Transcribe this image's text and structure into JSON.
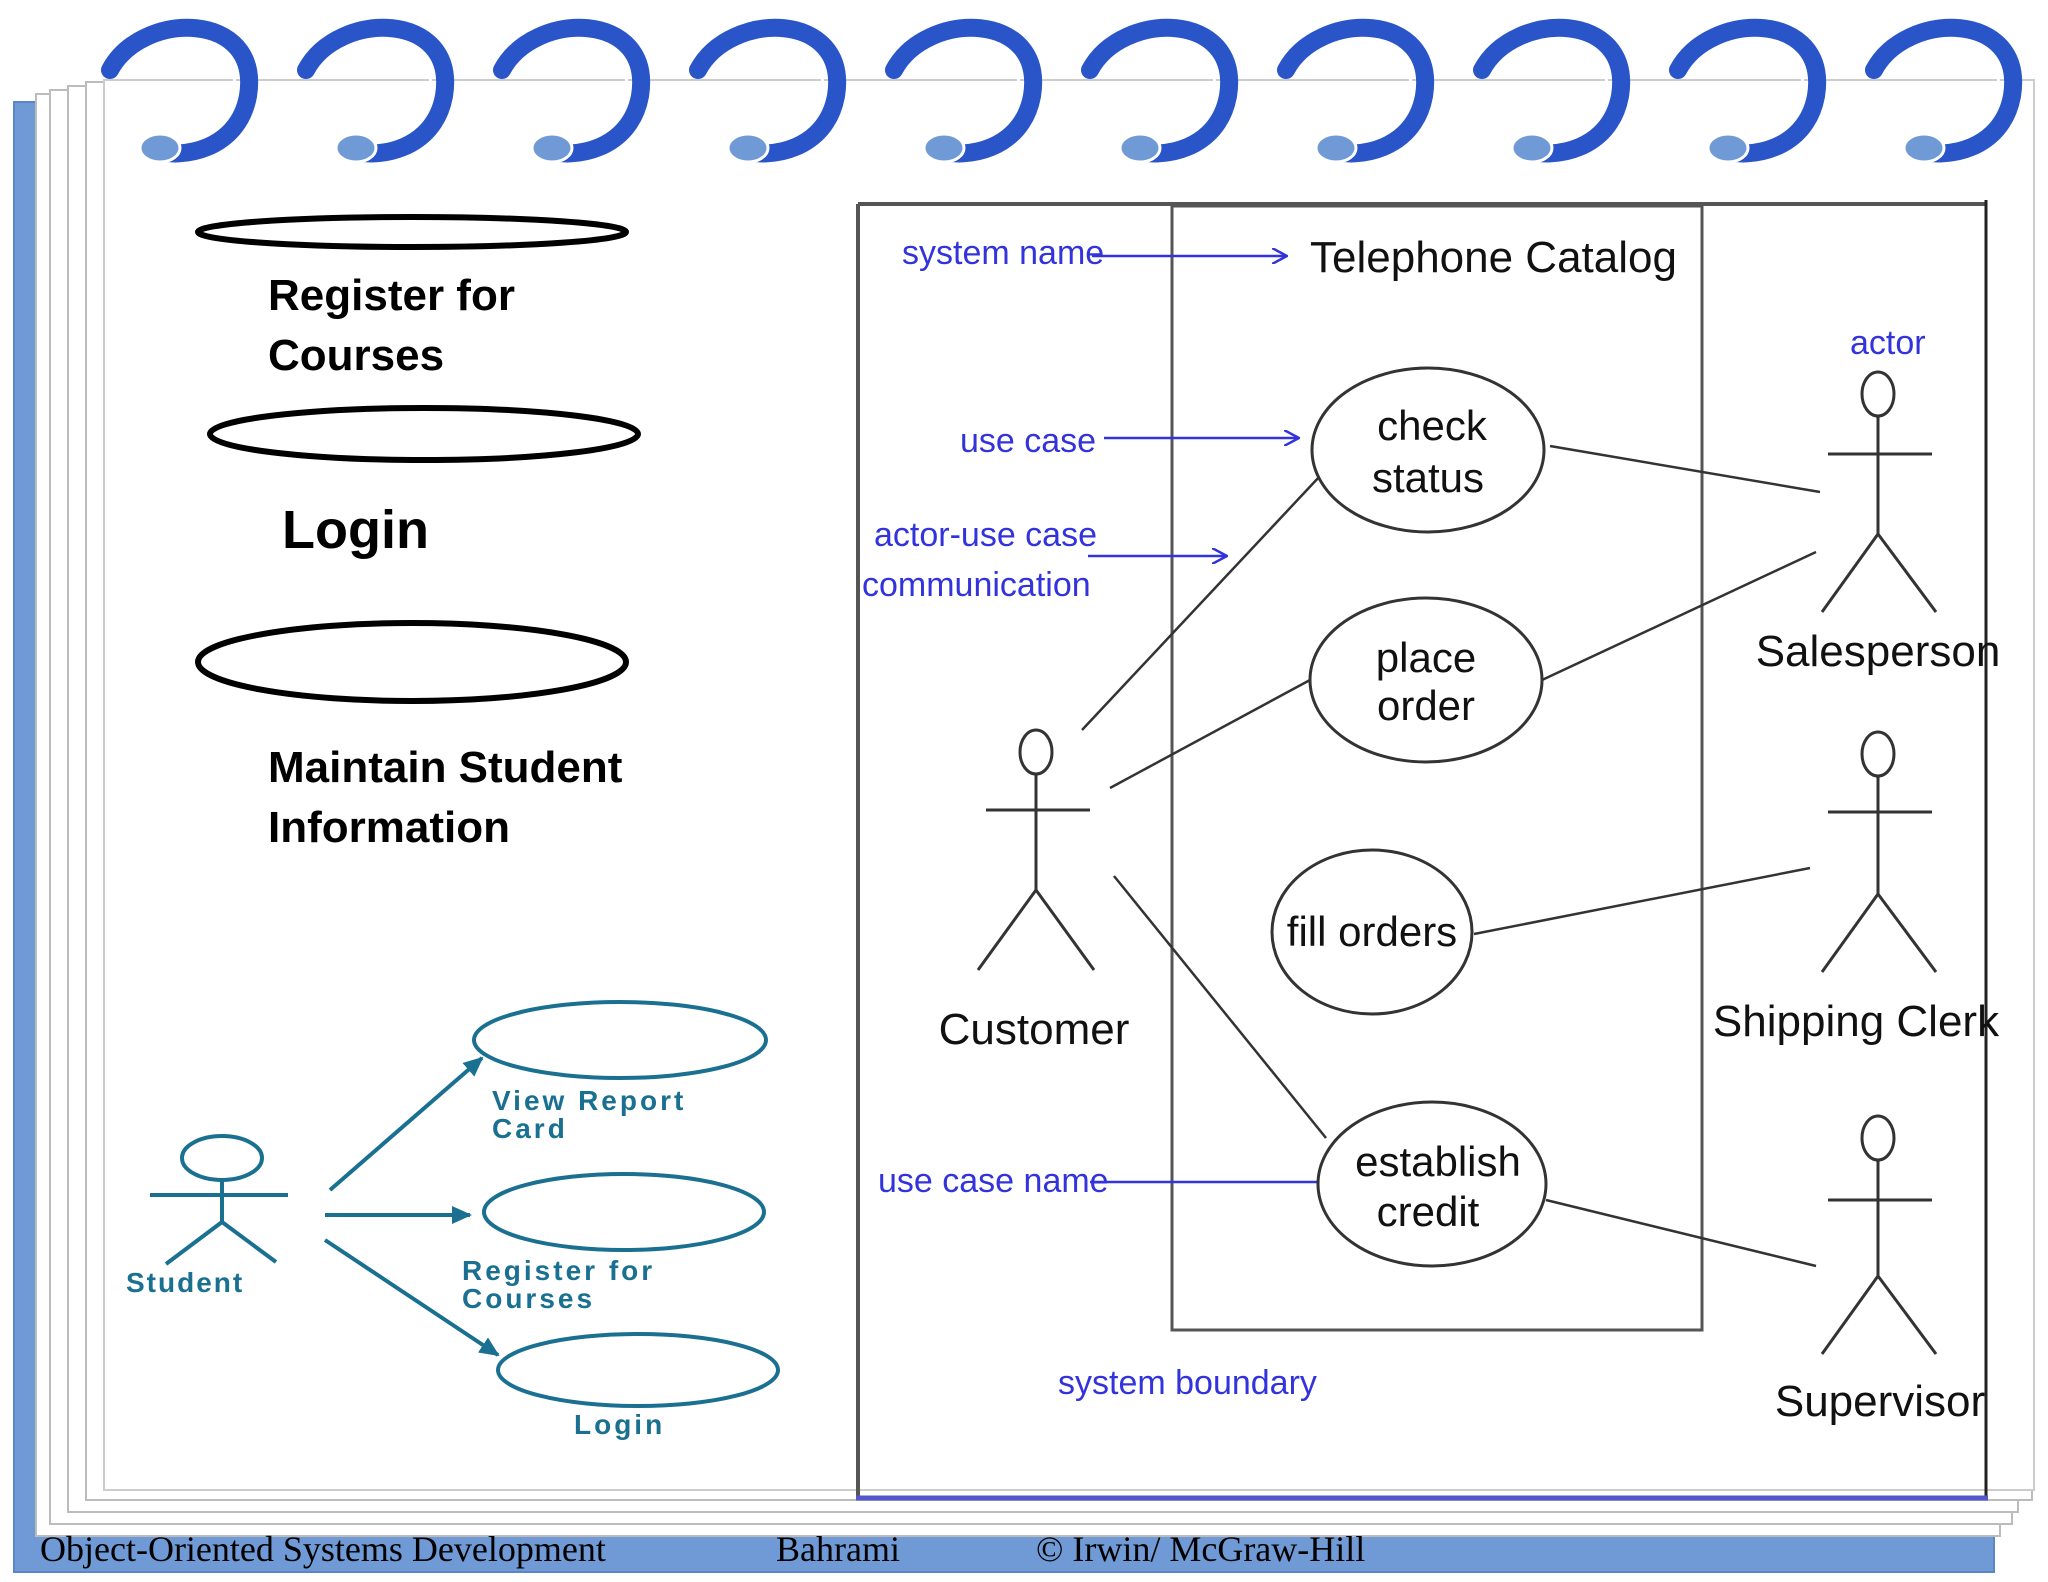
{
  "colors": {
    "page_shadow": "#6f9ad6",
    "spiral": "#2a55c9",
    "annotation": "#3333dd",
    "student_diagram": "#1a7090",
    "ink": "#000000"
  },
  "left_panel": {
    "use_cases": [
      {
        "label_lines": [
          "Register for",
          "Courses"
        ]
      },
      {
        "label_lines": [
          "Login"
        ]
      },
      {
        "label_lines": [
          "Maintain Student",
          "Information"
        ]
      }
    ],
    "student_diagram": {
      "actor": "Student",
      "use_cases": [
        {
          "label_lines": [
            "View Report",
            "Card"
          ]
        },
        {
          "label_lines": [
            "Register for",
            "Courses"
          ]
        },
        {
          "label_lines": [
            "Login"
          ]
        }
      ]
    }
  },
  "right_panel": {
    "system_name": "Telephone Catalog",
    "annotations": {
      "system_name": "system name",
      "use_case": "use case",
      "communication_lines": [
        "actor-use case",
        "communication"
      ],
      "use_case_name": "use case name",
      "system_boundary": "system boundary",
      "actor": "actor"
    },
    "use_cases": [
      {
        "id": "check-status",
        "label_lines": [
          "check",
          "status"
        ]
      },
      {
        "id": "place-order",
        "label_lines": [
          "place",
          "order"
        ]
      },
      {
        "id": "fill-orders",
        "label_lines": [
          "fill orders"
        ]
      },
      {
        "id": "establish-credit",
        "label_lines": [
          "establish",
          "credit"
        ]
      }
    ],
    "actors": [
      {
        "id": "customer",
        "name": "Customer"
      },
      {
        "id": "salesperson",
        "name": "Salesperson"
      },
      {
        "id": "shipping-clerk",
        "name": "Shipping Clerk"
      },
      {
        "id": "supervisor",
        "name": "Supervisor"
      }
    ]
  },
  "footer": {
    "course": "Object-Oriented Systems Development",
    "author": "Bahrami",
    "copyright": "©  Irwin/ McGraw-Hill"
  }
}
